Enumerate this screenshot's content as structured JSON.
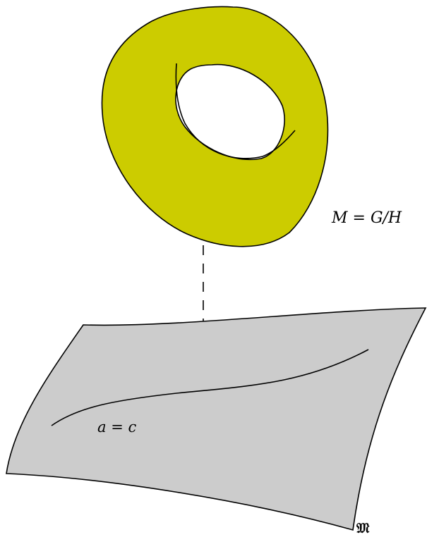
{
  "labels": {
    "fiber_label": "M = G/H",
    "curve_label": "a = c",
    "base_label": "𝔐"
  },
  "colors": {
    "torus_fill": "#cccc00",
    "surface_fill": "#cccccc",
    "stroke": "#000000",
    "background": "#ffffff"
  }
}
